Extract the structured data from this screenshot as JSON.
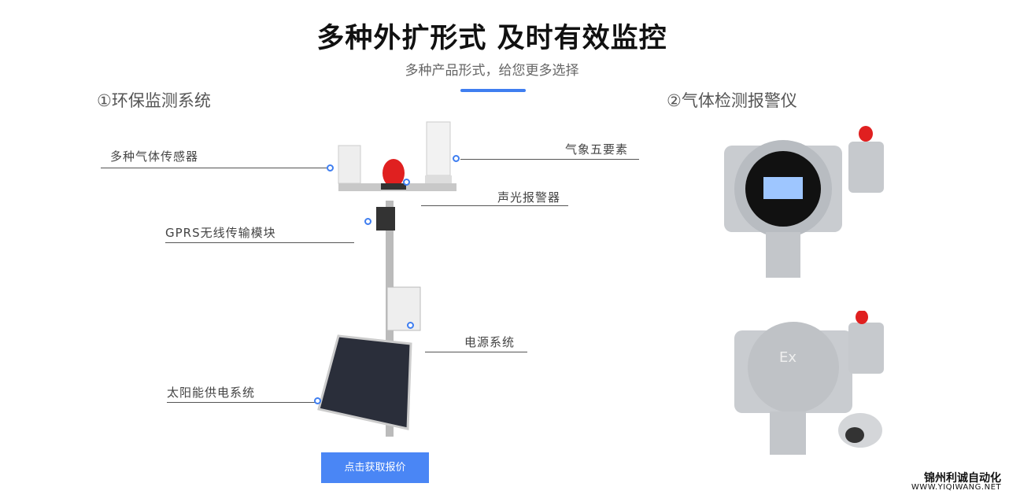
{
  "header": {
    "title": "多种外扩形式  及时有效监控",
    "subtitle": "多种产品形式，给您更多选择"
  },
  "sections": [
    {
      "title": "①环保监测系统",
      "callouts": [
        "多种气体传感器",
        "气象五要素",
        "声光报警器",
        "GPRS无线传输模块",
        "电源系统",
        "太阳能供电系统"
      ]
    },
    {
      "title": "②气体检测报警仪"
    }
  ],
  "cta": {
    "label": "点击获取报价"
  },
  "watermark": {
    "name": "锦州利诚自动化",
    "url": "WWW.YIQIWANG.NET"
  },
  "colors": {
    "accent": "#3f7ef0",
    "button": "#4a86f5",
    "alarm": "#e02020"
  }
}
